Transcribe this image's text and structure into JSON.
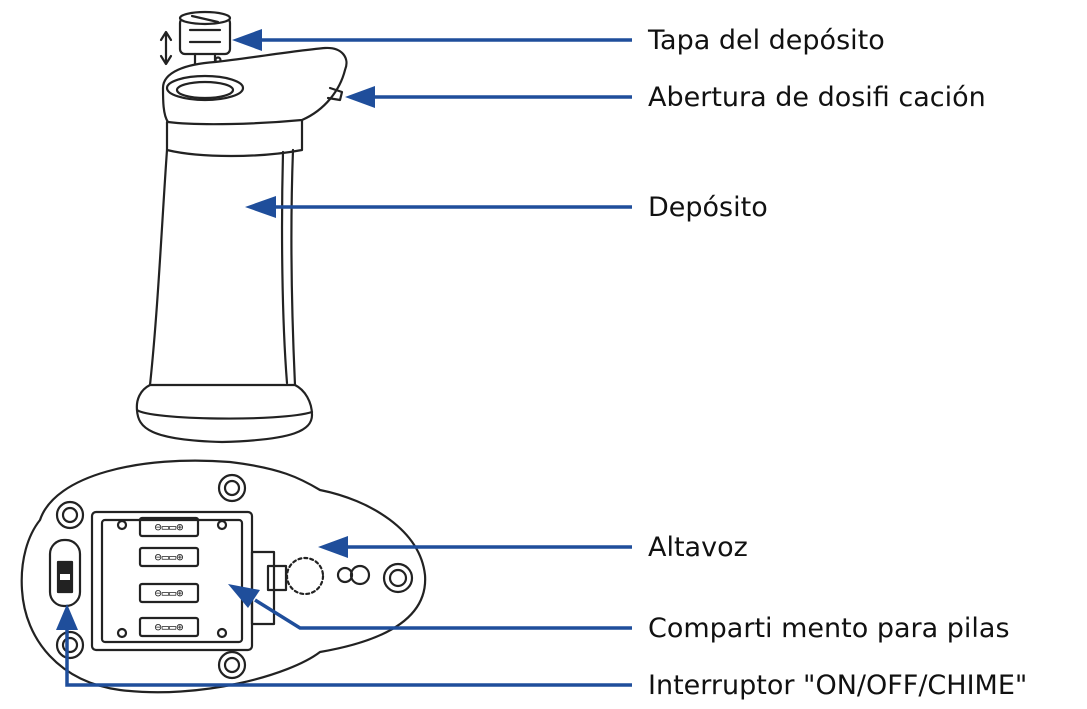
{
  "labels": {
    "reservoir_cap": "Tapa del depósito",
    "dispensing_opening": "Abertura de dosifi cación",
    "reservoir": "Depósito",
    "speaker": "Altavoz",
    "battery_compartment": "Comparti mento para pilas",
    "power_switch": "Interruptor \"ON/OFF/CHIME\""
  },
  "battery_markings": [
    "⊖▭▭⊕",
    "⊖▭▭⊕",
    "⊖▭▭⊕",
    "⊖▭▭⊕"
  ],
  "colors": {
    "callout": "#1f4e9b",
    "outline": "#222222",
    "text": "#111111"
  }
}
